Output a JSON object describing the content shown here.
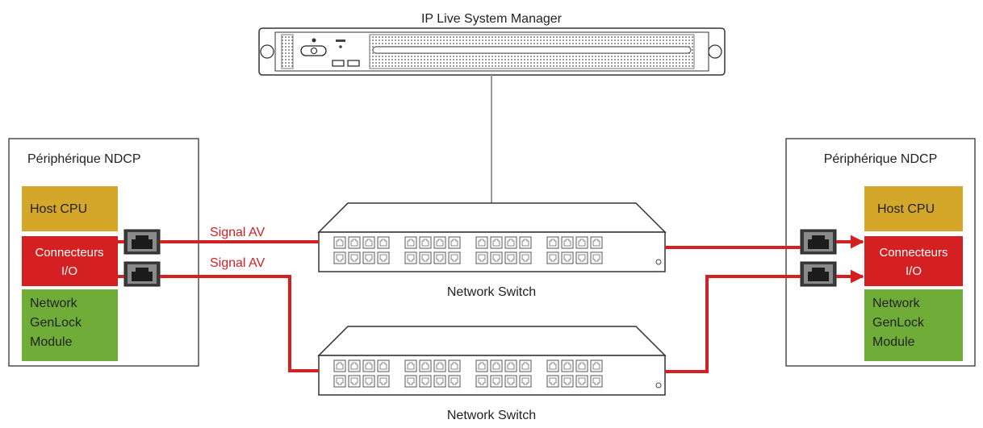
{
  "server": {
    "title": "IP Live System Manager"
  },
  "devices": {
    "left": {
      "title": "Périphérique NDCP",
      "host": "Host CPU",
      "io_line1": "Connecteurs",
      "io_line2": "I/O",
      "genlock": [
        "Network",
        "GenLock",
        "Module"
      ]
    },
    "right": {
      "title": "Périphérique NDCP",
      "host": "Host CPU",
      "io_line1": "Connecteurs",
      "io_line2": "I/O",
      "genlock": [
        "Network",
        "GenLock",
        "Module"
      ]
    }
  },
  "signals": [
    "Signal AV",
    "Signal AV"
  ],
  "switches": [
    {
      "label": "Network Switch"
    },
    {
      "label": "Network Switch"
    }
  ],
  "colors": {
    "host": "#d4a62a",
    "io": "#d42020",
    "genlock": "#70ad38",
    "signal": "#d42020",
    "line": "#333333"
  }
}
